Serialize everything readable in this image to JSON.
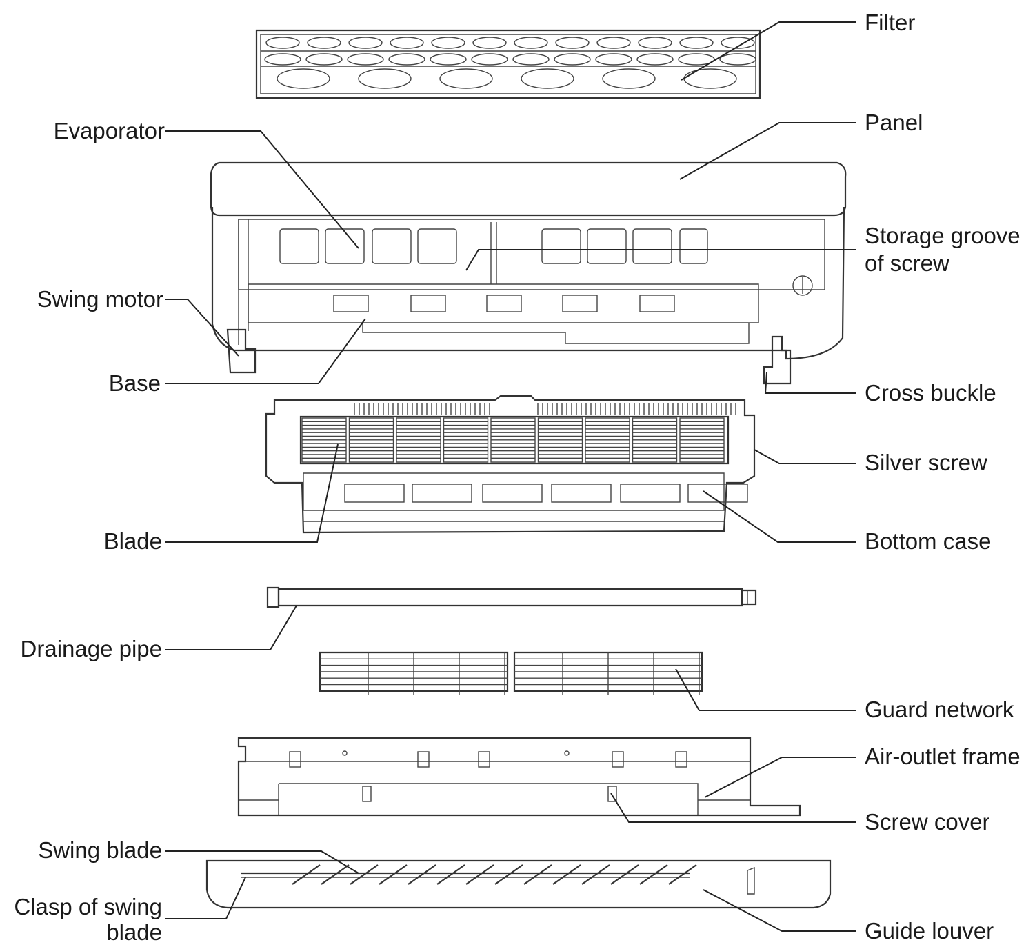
{
  "labels": {
    "filter": "Filter",
    "panel": "Panel",
    "evaporator": "Evaporator",
    "storage_groove_line1": "Storage groove",
    "storage_groove_line2": "of screw",
    "swing_motor": "Swing motor",
    "base": "Base",
    "cross_buckle": "Cross buckle",
    "silver_screw": "Silver screw",
    "blade": "Blade",
    "bottom_case": "Bottom case",
    "drainage_pipe": "Drainage pipe",
    "guard_network": "Guard network",
    "air_outlet_frame": "Air-outlet frame",
    "screw_cover": "Screw cover",
    "swing_blade": "Swing blade",
    "clasp_line1": "Clasp of swing",
    "clasp_line2": "blade",
    "guide_louver": "Guide louver"
  },
  "colors": {
    "line": "#333333",
    "text": "#1a1a1a",
    "background": "#ffffff"
  }
}
